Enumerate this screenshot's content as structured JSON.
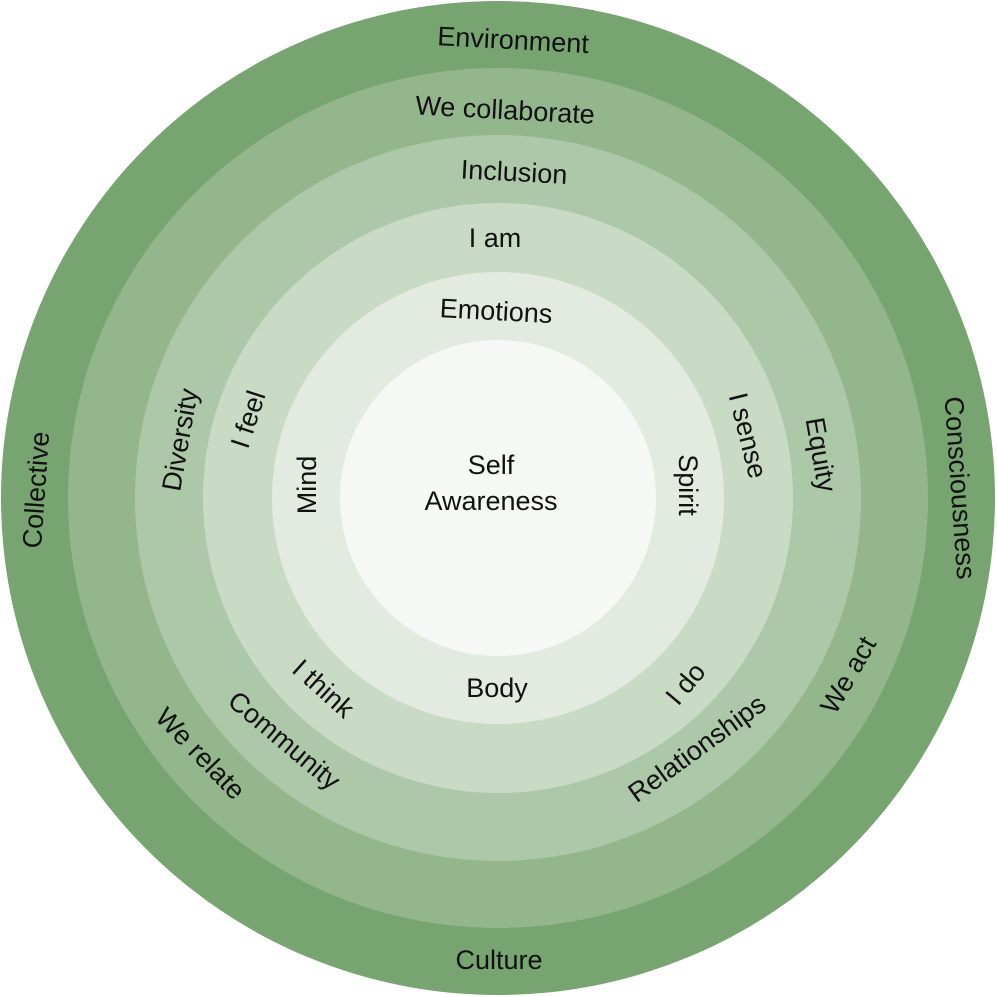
{
  "center": {
    "line1": "Self",
    "line2": "Awareness"
  },
  "rings": [
    {
      "name": "self",
      "color": "#f5f8f4",
      "labels": []
    },
    {
      "name": "ring-1",
      "color": "#e3ebe0",
      "labels": [
        "Emotions",
        "Mind",
        "Spirit",
        "Body"
      ]
    },
    {
      "name": "ring-2",
      "color": "#c9dbc5",
      "labels": [
        "I am",
        "I feel",
        "I sense",
        "I think",
        "I do"
      ]
    },
    {
      "name": "ring-3",
      "color": "#adc8a8",
      "labels": [
        "Inclusion",
        "Diversity",
        "Equity",
        "Community",
        "Relationships"
      ]
    },
    {
      "name": "ring-4",
      "color": "#93b68d",
      "labels": [
        "We collaborate",
        "We relate",
        "We act"
      ]
    },
    {
      "name": "ring-5",
      "color": "#78a472",
      "labels": [
        "Environment",
        "Collective",
        "Consciousness",
        "Culture"
      ]
    }
  ]
}
